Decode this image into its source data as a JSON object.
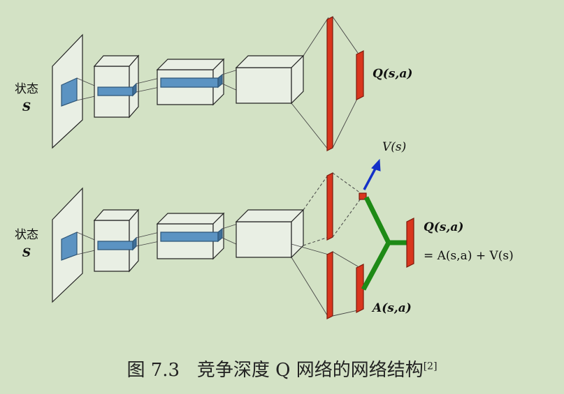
{
  "top": {
    "state_label": "状态",
    "state_symbol": "S",
    "q_label": "Q(s,a)"
  },
  "bottom": {
    "state_label": "状态",
    "state_symbol": "S",
    "v_label": "V(s)",
    "q_label": "Q(s,a)",
    "q_eq": "= A(s,a) + V(s)",
    "a_label": "A(s,a)"
  },
  "caption": {
    "prefix": "图 7.3",
    "text": "竞争深度 Q 网络的网络结构",
    "ref": "[2]"
  },
  "colors": {
    "background": "#d3e2c5",
    "red_layer": "#d9361e",
    "blue_filter": "#5b93c2",
    "green_stream": "#1e8a16",
    "blue_arrow": "#1431c8"
  }
}
